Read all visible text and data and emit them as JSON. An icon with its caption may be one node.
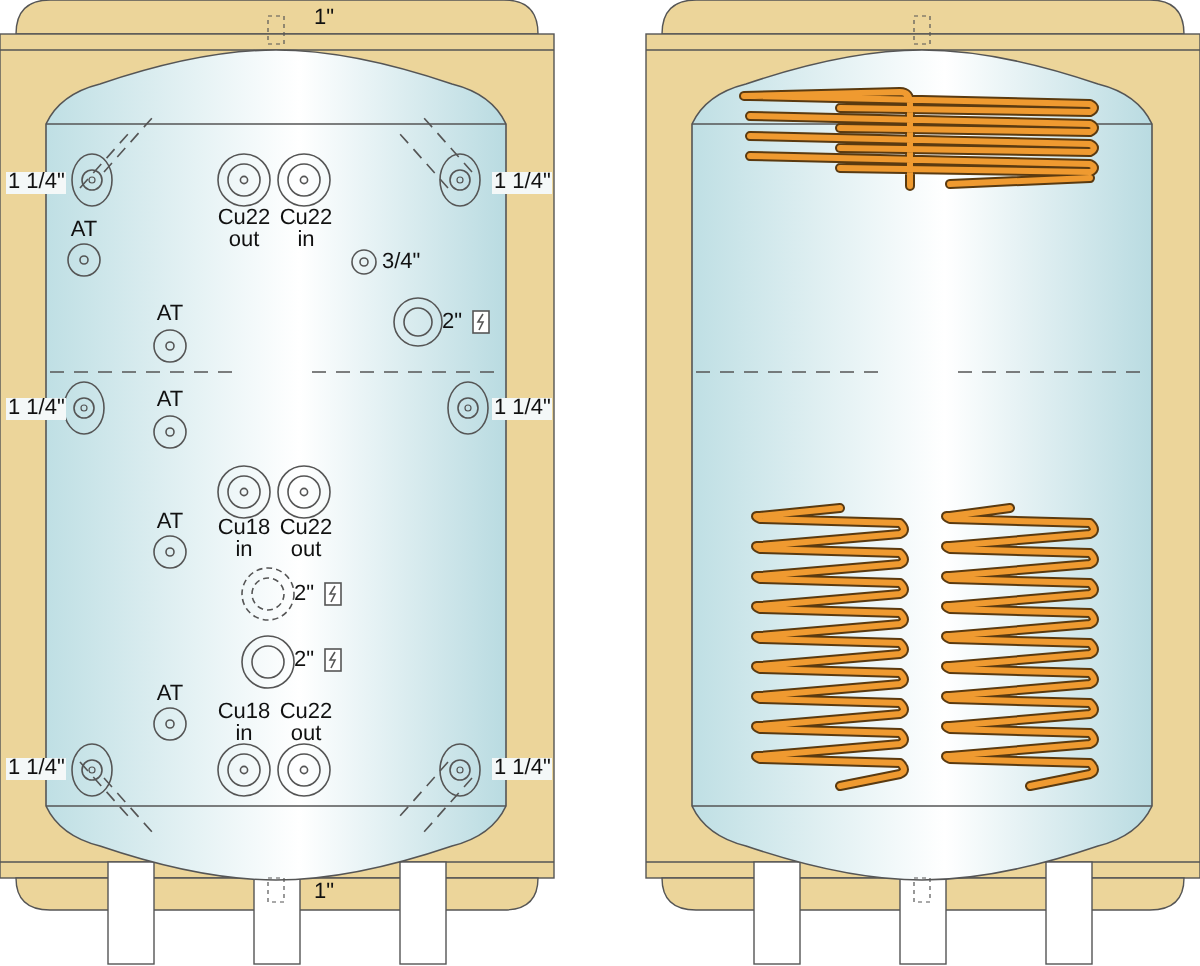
{
  "diagram": {
    "labels": [
      "1\"",
      "1 1/4\"",
      "Cu22 out",
      "Cu22 in",
      "1 1/4\"",
      "AT",
      "3/4\"",
      "AT",
      "2\"",
      "1 1/4\"",
      "AT",
      "1 1/4\"",
      "AT",
      "Cu18 in",
      "Cu22 out",
      "2\"",
      "2\"",
      "AT",
      "Cu18 in",
      "Cu22 out",
      "1 1/4\"",
      "1 1/4\"",
      "1\""
    ]
  }
}
